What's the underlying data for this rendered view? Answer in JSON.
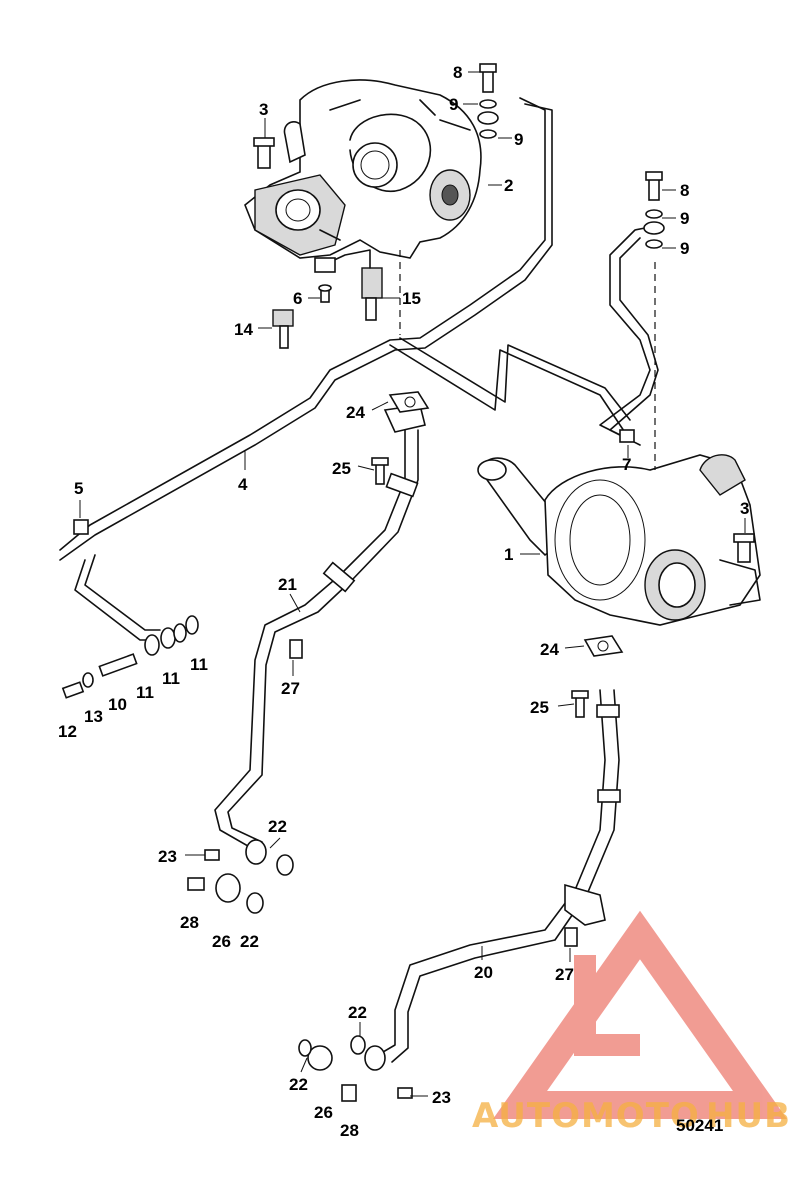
{
  "diagram": {
    "figure_number": "50241",
    "callouts": [
      "1",
      "2",
      "3",
      "4",
      "5",
      "6",
      "7",
      "8",
      "9",
      "10",
      "11",
      "12",
      "13",
      "14",
      "15",
      "20",
      "21",
      "22",
      "23",
      "24",
      "25",
      "26",
      "27",
      "28"
    ],
    "watermark": {
      "text_left": "AUTOMOTO",
      "text_right": "HUB",
      "color_orange": "#f5b041",
      "color_red": "#e74c3c"
    }
  }
}
